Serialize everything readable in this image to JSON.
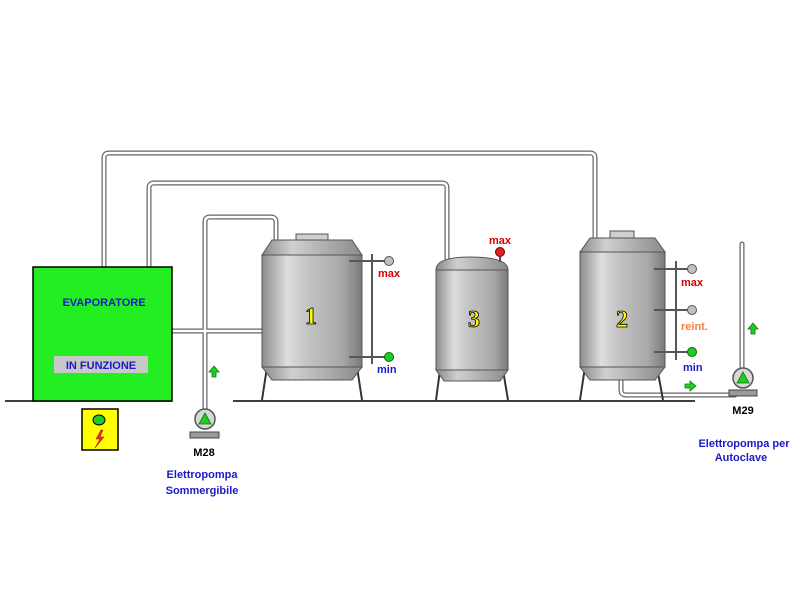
{
  "evaporator": {
    "title": "EVAPORATORE",
    "status": "IN FUNZIONE",
    "color": "#22ee22"
  },
  "tanks": [
    {
      "id": "1",
      "label": "1",
      "sensor_top": "max",
      "sensor_bottom": "min"
    },
    {
      "id": "3",
      "label": "3",
      "sensor_top": "max"
    },
    {
      "id": "2",
      "label": "2",
      "sensor_top": "max",
      "sensor_mid": "reint.",
      "sensor_bottom": "min"
    }
  ],
  "pumps": {
    "m28": {
      "code": "M28",
      "desc_line1": "Elettropompa",
      "desc_line2": "Sommergibile"
    },
    "m29": {
      "code": "M29",
      "desc_line1": "Elettropompa per",
      "desc_line2": "Autoclave"
    }
  },
  "icons": {
    "alarm": "warning-lightning-icon",
    "flow_arrow": "flow-arrow-icon"
  },
  "colors": {
    "sensor_ok": "#22cc22",
    "sensor_alarm": "#dd2222",
    "sensor_idle": "#c0c0c0",
    "label_blue": "#1a1ac8",
    "label_red": "#d40000",
    "label_orange": "#f08040"
  }
}
